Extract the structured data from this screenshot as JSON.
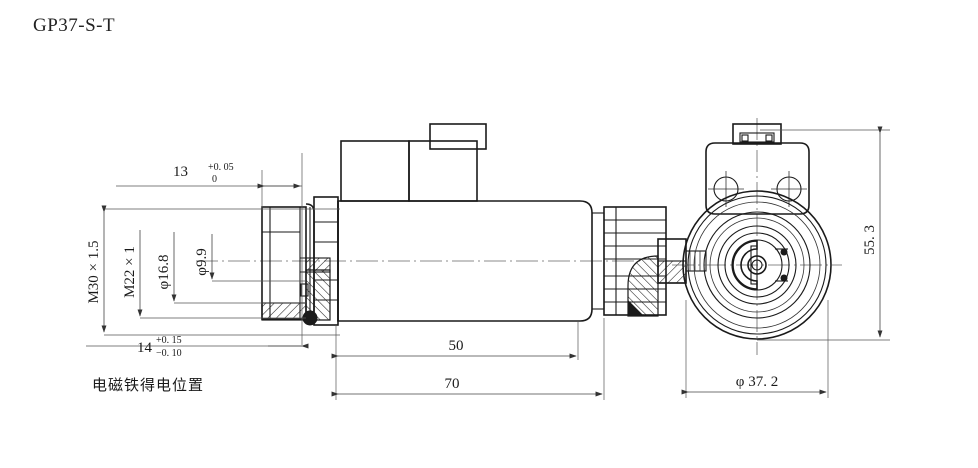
{
  "header": {
    "title": "GP37-S-T"
  },
  "drawing": {
    "type": "engineering-dimension-drawing",
    "subject": "solenoid valve coil assembly",
    "views": [
      {
        "name": "side-section-view",
        "position": "left"
      },
      {
        "name": "front-end-view",
        "position": "right"
      }
    ],
    "caption": "电磁铁得电位置"
  },
  "dimensions": {
    "thread_major": {
      "label": "M30 × 1.5",
      "orientation": "vertical",
      "value": 30,
      "pitch": 1.5
    },
    "thread_minor": {
      "label": "M22 × 1",
      "orientation": "vertical",
      "value": 22,
      "pitch": 1
    },
    "bore_large": {
      "label": "φ16.8",
      "symbol": "φ",
      "value": "16. 8",
      "orientation": "vertical"
    },
    "bore_small": {
      "label": "φ9.9",
      "symbol": "φ",
      "value": "9. 9",
      "orientation": "vertical"
    },
    "top_13": {
      "base": "13",
      "tol_upper": "+0. 05",
      "tol_lower": "0"
    },
    "bottom_14": {
      "base": "14",
      "tol_upper": "+0. 15",
      "tol_lower": "−0. 10"
    },
    "length_50": {
      "label": "50",
      "value": 50
    },
    "length_70": {
      "label": "70",
      "value": 70
    },
    "height_55_3": {
      "label": "55. 3",
      "value": 55.3,
      "orientation": "vertical"
    },
    "diameter_37_2": {
      "label": "φ 37. 2",
      "symbol": "φ",
      "value": 37.2
    }
  },
  "colors": {
    "line": "#1a1a1a",
    "dimension_line": "#444444",
    "extension_line": "#555555",
    "background": "#ffffff"
  }
}
